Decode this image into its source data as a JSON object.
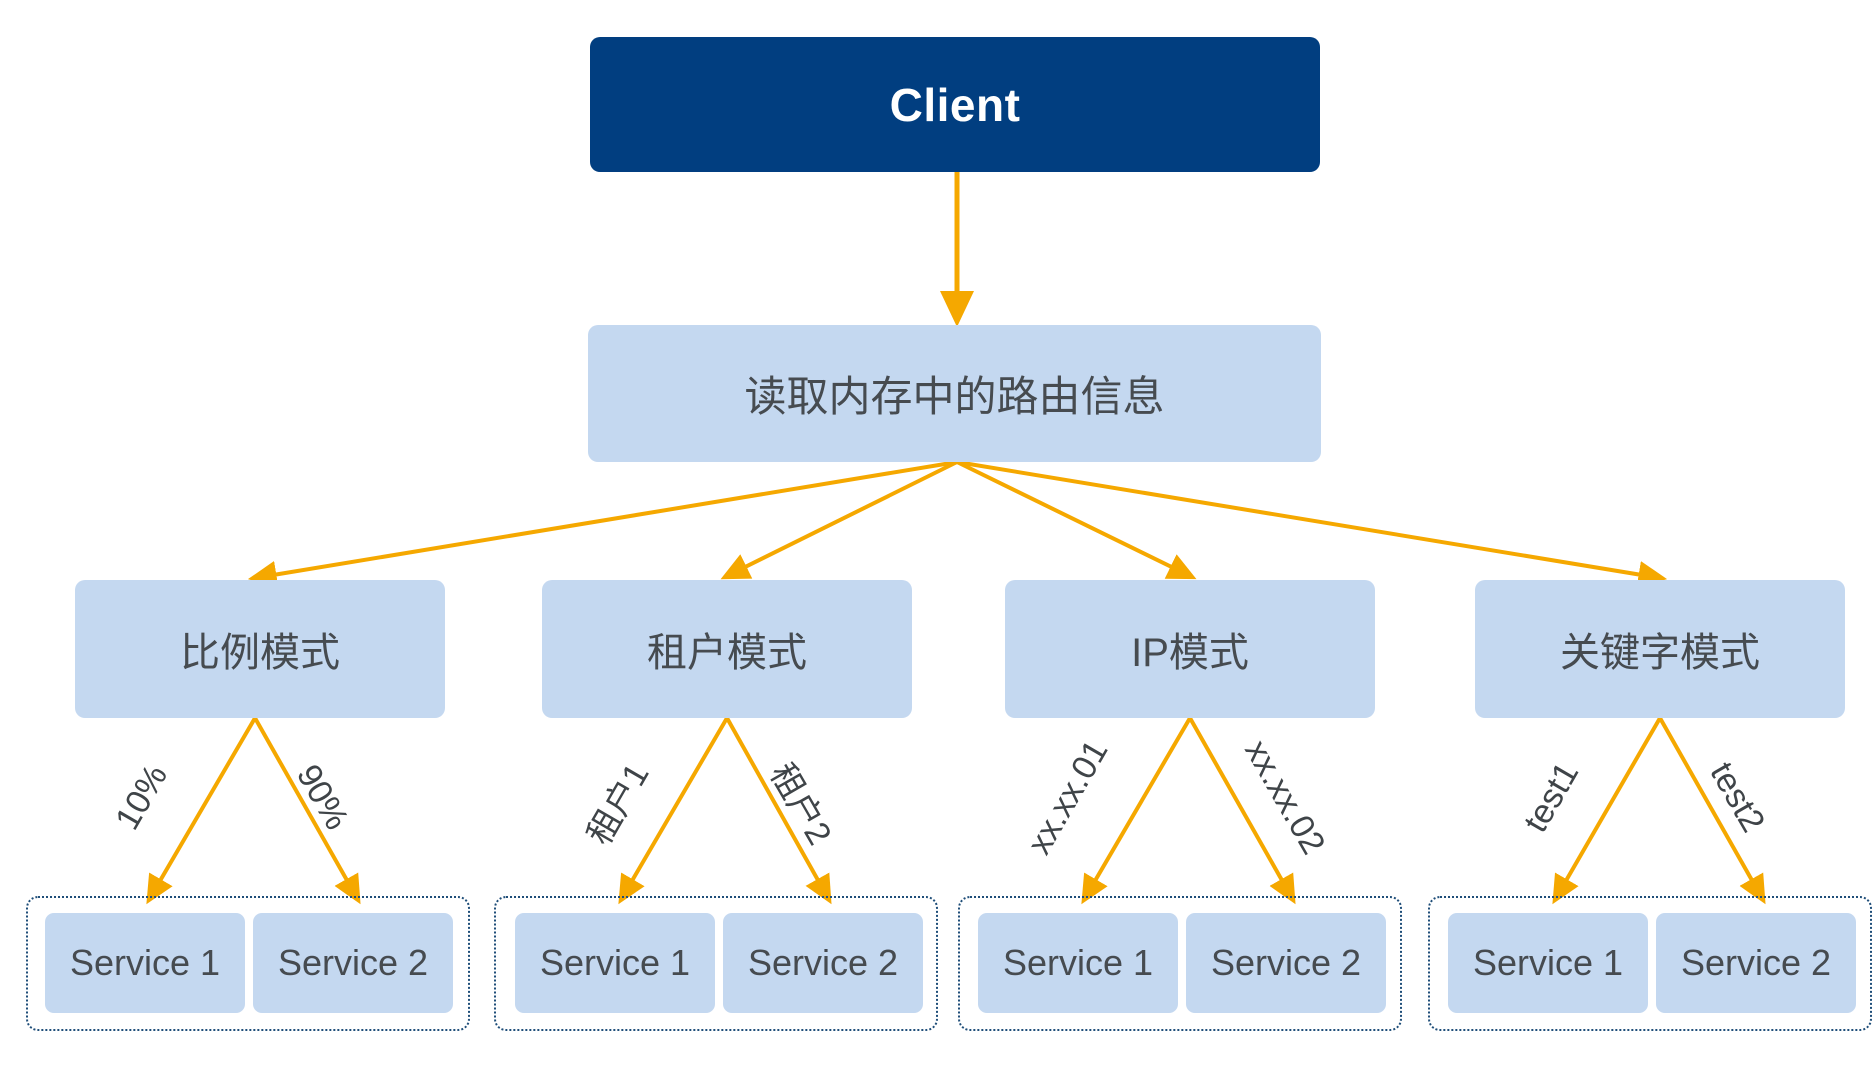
{
  "diagram": {
    "title": "Client routing mode diagram",
    "colors": {
      "client_fill": "#013E80",
      "client_text": "#FFFFFF",
      "box_fill": "#C4D8F0",
      "box_text": "#464B50",
      "arrow": "#F5A800",
      "group_border": "#1F4E79",
      "background": "#FFFFFF"
    },
    "client": {
      "label": "Client"
    },
    "step": {
      "label": "读取内存中的路由信息"
    },
    "modes": [
      {
        "label": "比例模式",
        "edges": [
          {
            "label": "10%",
            "target": "Service 1"
          },
          {
            "label": "90%",
            "target": "Service 2"
          }
        ],
        "services": [
          {
            "label": "Service 1"
          },
          {
            "label": "Service 2"
          }
        ]
      },
      {
        "label": "租户模式",
        "edges": [
          {
            "label": "租户1",
            "target": "Service 1"
          },
          {
            "label": "租户2",
            "target": "Service 2"
          }
        ],
        "services": [
          {
            "label": "Service 1"
          },
          {
            "label": "Service 2"
          }
        ]
      },
      {
        "label": "IP模式",
        "edges": [
          {
            "label": "xx.xx.01",
            "target": "Service 1"
          },
          {
            "label": "xx.xx.02",
            "target": "Service 2"
          }
        ],
        "services": [
          {
            "label": "Service 1"
          },
          {
            "label": "Service 2"
          }
        ]
      },
      {
        "label": "关键字模式",
        "edges": [
          {
            "label": "test1",
            "target": "Service 1"
          },
          {
            "label": "test2",
            "target": "Service 2"
          }
        ],
        "services": [
          {
            "label": "Service 1"
          },
          {
            "label": "Service 2"
          }
        ]
      }
    ]
  }
}
